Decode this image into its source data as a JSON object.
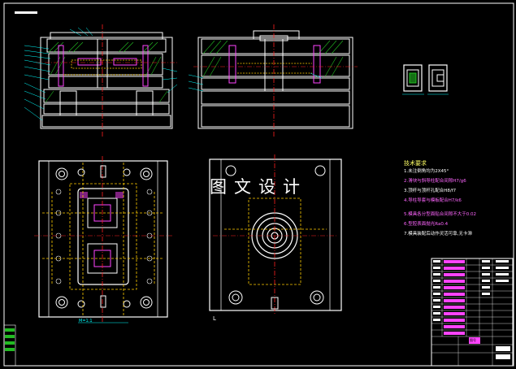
{
  "watermark": "图文设计",
  "notes": {
    "title": "技术要求",
    "items": [
      "1.未注倒角均为2X45°",
      "2.滑块与斜导柱配合间隙H7/g6",
      "3.顶杆与顶杆孔配合H8/f7",
      "4.导柱导套与模板配合H7/k6",
      "5.模具各分型面贴合间隙不大于0.02",
      "6.型腔表面抛光Ra0.4",
      "7.模具装配后动作灵活可靠,无卡滞"
    ]
  },
  "scale_label": "M=1:1",
  "corner_mark": "L",
  "title_block": {
    "stamp": "图号"
  },
  "colors": {
    "outline": "#ffffff",
    "center": "#ff2020",
    "hidden": "#ffcc00",
    "dim": "#00ffff",
    "part": "#ff44ff",
    "hatch": "#22bb22",
    "frame": "#ffffff"
  }
}
